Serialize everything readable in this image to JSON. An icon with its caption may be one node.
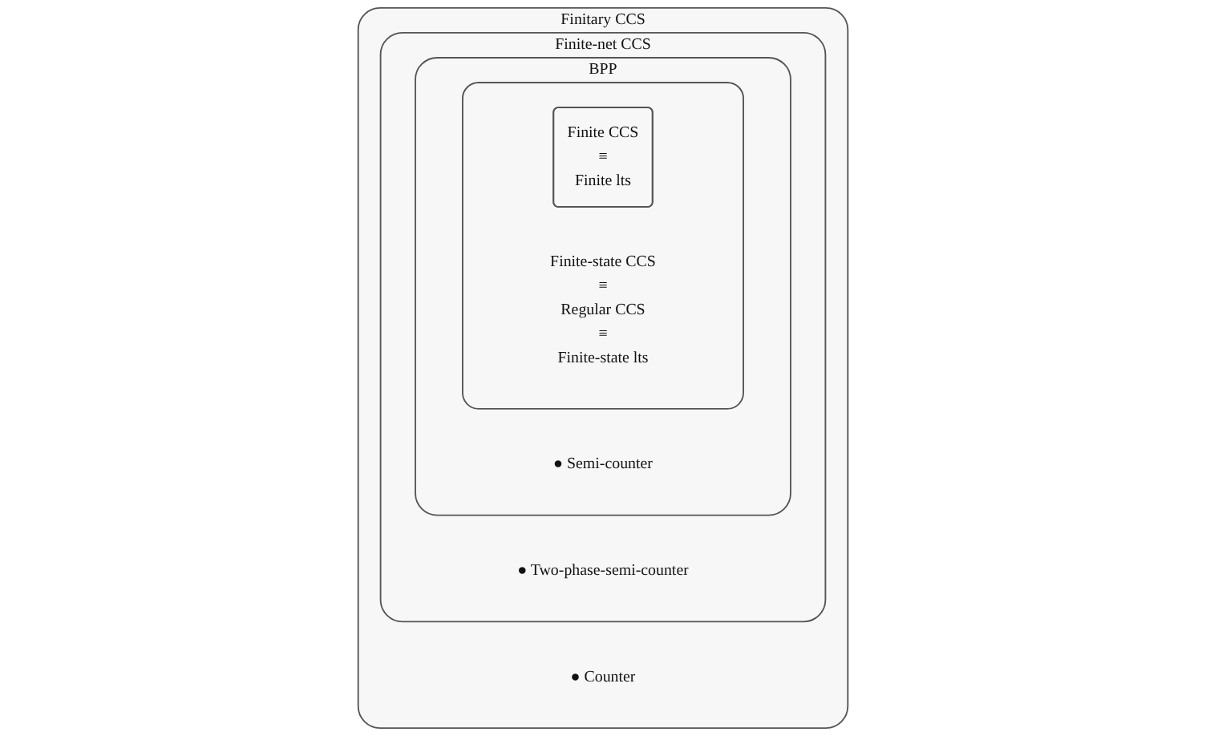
{
  "diagram": {
    "nodes": [
      {
        "text": [
          "Finitary CCS"
        ]
      },
      {
        "text": [
          "● Counter"
        ],
        "in": 0
      },
      {
        "text": [
          "Finite-net CCS"
        ],
        "in": 0
      },
      {
        "text": [
          "● Two-phase-semi-counter"
        ],
        "in": 2
      },
      {
        "text": [
          "BPP"
        ],
        "in": 2
      },
      {
        "text": [
          "● Semi-counter"
        ],
        "in": 4
      },
      {
        "text": [],
        "shape": "box",
        "in": 4
      },
      {
        "text": [
          "Finite CCS",
          "≡",
          "Finite lts"
        ],
        "in": 6
      },
      {
        "text": [
          "Finite-state CCS",
          "≡",
          "Regular CCS",
          "≡",
          "Finite-state lts"
        ],
        "in": 6
      }
    ]
  }
}
